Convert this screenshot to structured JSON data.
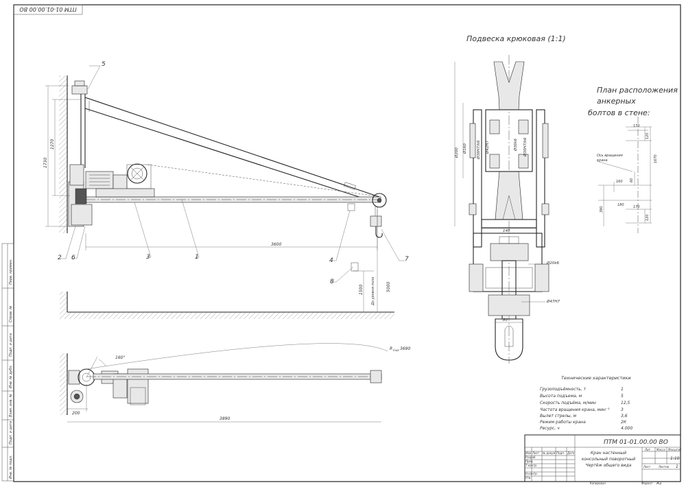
{
  "stamp_code": "ПТМ 01-01.00.00 ВО",
  "main_view": {
    "callouts": [
      "1",
      "2",
      "3",
      "4",
      "5",
      "6",
      "7",
      "8"
    ],
    "dims": {
      "h1730": "1730",
      "h1270": "1270",
      "d3600": "3600",
      "h5000": "5000",
      "h1500": "1500",
      "floor_note": "До уровня пола"
    }
  },
  "plan_view": {
    "dims": {
      "angle": "160°",
      "radius": "R",
      "radius_sub": "max",
      "radius_val": "3690",
      "d3890": "3890",
      "d200": "200"
    }
  },
  "hook_view": {
    "title": "Подвеска крюковая (1:1)",
    "dims": {
      "d200": "Ø200",
      "d160": "Ø160",
      "f1": "Ø30Н7/k6",
      "f2": "Ø42H7",
      "f3": "Ø30k6",
      "f4": "Ø30Н7/k6",
      "w": "140",
      "d20k6": "Ø20k6",
      "d47H7": "Ø47H7",
      "d80": "80"
    }
  },
  "anchor_plan": {
    "title_lines": [
      "План расположения",
      "анкерных",
      "болтов в стене:"
    ],
    "axis_note_lines": [
      "Ось вращения",
      "крана"
    ],
    "dims": {
      "a170top": "170",
      "a120top": "120",
      "a1670": "1670",
      "a160": "160",
      "a60": "60",
      "a180": "180",
      "a390": "390",
      "a170bot": "170",
      "a120bot": "120"
    }
  },
  "tech": {
    "title": "Технические характеристики",
    "rows": [
      {
        "label": "Грузоподъёмность, т",
        "value": "1"
      },
      {
        "label": "Высота подъема, м",
        "value": "5"
      },
      {
        "label": "Скорость подъёма, м/мин",
        "value": "12,5"
      },
      {
        "label": "Частота вращения крана, мин⁻¹",
        "value": "3"
      },
      {
        "label": "Вылет стрелы, м",
        "value": "3,6"
      },
      {
        "label": "Режим работы крана",
        "value": "2К"
      },
      {
        "label": "Ресурс, ч",
        "value": "4.000"
      }
    ]
  },
  "title_block": {
    "code": "ПТМ 01-01.00.00 ВО",
    "name_lines": [
      "Кран настенный",
      "консольный поворотный",
      "Чертёж общего вида"
    ],
    "col_heads": [
      "Изм",
      "Лист",
      "№ докум.",
      "Подп.",
      "Дата"
    ],
    "roles": [
      "Разраб.",
      "Пров.",
      "Т.контр.",
      "Н.контр.",
      "Утв."
    ],
    "lit_head": "Лит.",
    "mass_head": "Масса",
    "scale_head": "Масштаб",
    "scale": "1:10",
    "sheet_label": "Лист",
    "sheets_label": "Листов",
    "sheets_count": "1",
    "copied": "Копировал",
    "format": "Формат",
    "format_val": "А1"
  },
  "left_strip": [
    "Перв. примен.",
    "Справ. №",
    "Подп. и дата",
    "Инв. № дубл.",
    "Взам. инв. №",
    "Подп. и дата",
    "Инв. № подл."
  ]
}
